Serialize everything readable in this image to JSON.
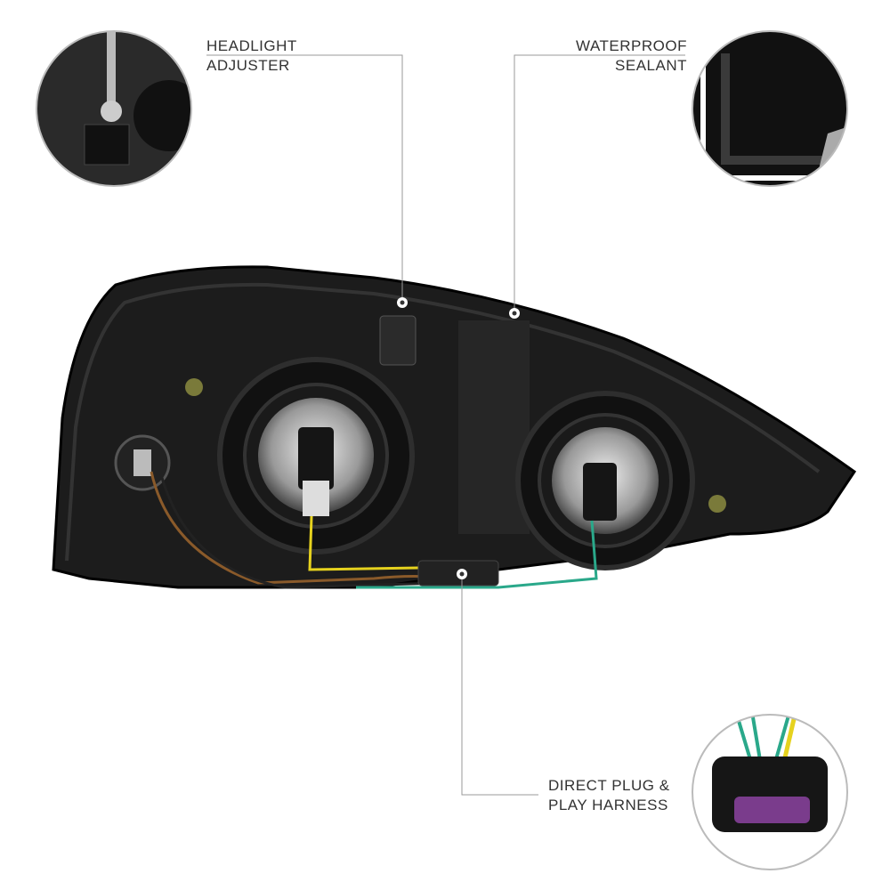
{
  "callouts": {
    "adjuster": {
      "line1": "HEADLIGHT",
      "line2": "ADJUSTER"
    },
    "sealant": {
      "line1": "WATERPROOF",
      "line2": "SEALANT"
    },
    "harness": {
      "line1": "DIRECT PLUG &",
      "line2": "PLAY HARNESS"
    }
  },
  "colors": {
    "housing": "#1a1a1a",
    "line": "#9a9a9a",
    "wire_yellow": "#e6d21e",
    "wire_green": "#2aa88a",
    "wire_brown": "#8a5a2a",
    "connector_pin": "#7a3c8c"
  }
}
